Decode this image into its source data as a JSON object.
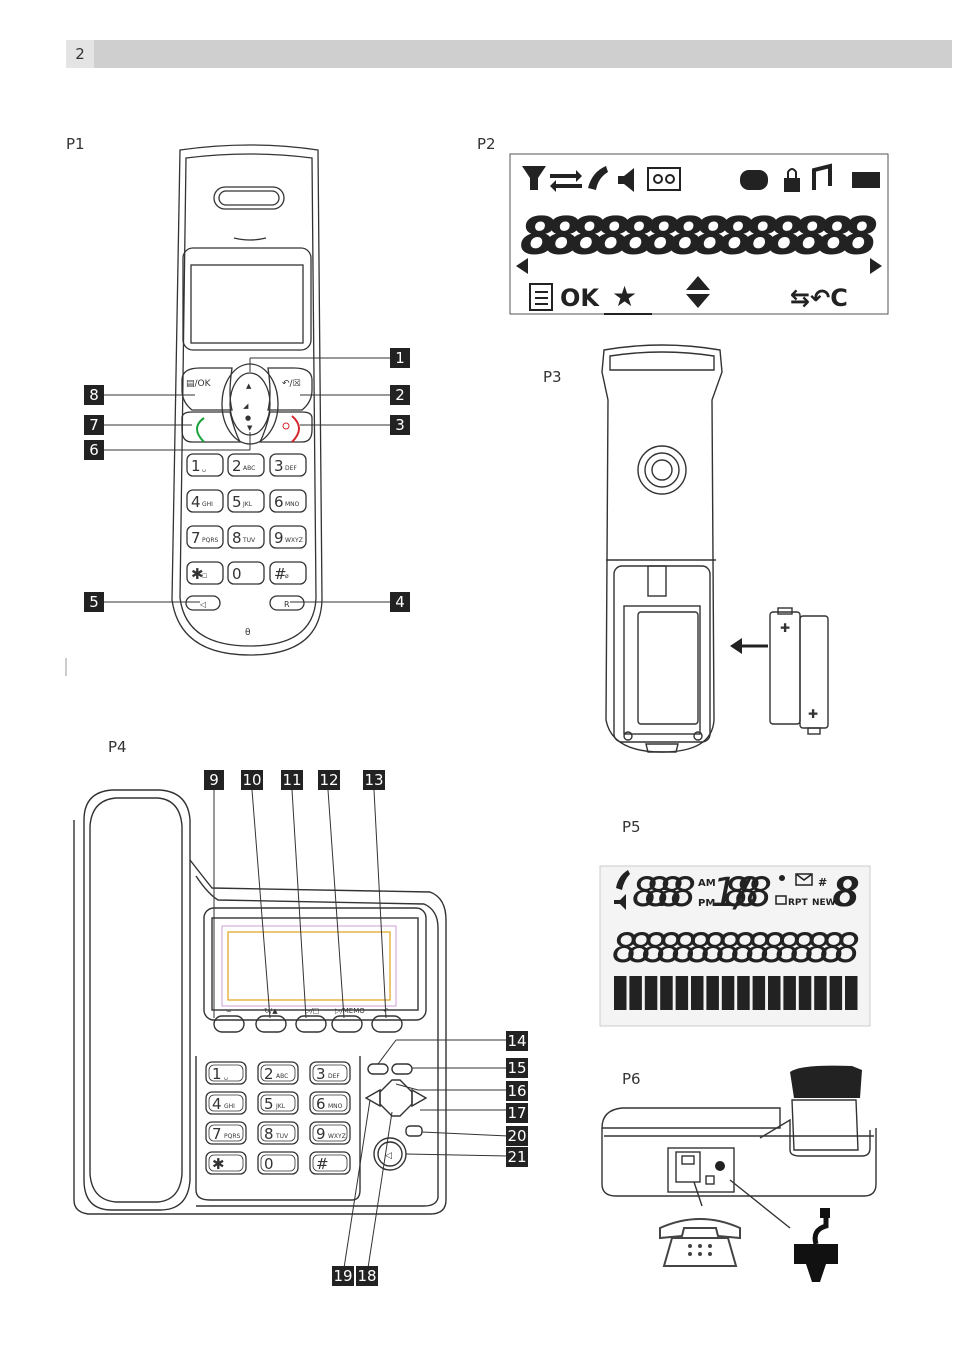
{
  "page_number": "2",
  "figures": {
    "p1": {
      "label": "P1"
    },
    "p2": {
      "label": "P2"
    },
    "p3": {
      "label": "P3"
    },
    "p4": {
      "label": "P4"
    },
    "p5": {
      "label": "P5"
    },
    "p6": {
      "label": "P6"
    }
  },
  "handset": {
    "menu_ok_key": "▤/OK",
    "back_key": "↶/☒",
    "keys": [
      {
        "digit": "1",
        "letters": "␣"
      },
      {
        "digit": "2",
        "letters": "ABC"
      },
      {
        "digit": "3",
        "letters": "DEF"
      },
      {
        "digit": "4",
        "letters": "GHI"
      },
      {
        "digit": "5",
        "letters": "JKL"
      },
      {
        "digit": "6",
        "letters": "MNO"
      },
      {
        "digit": "7",
        "letters": "PQRS"
      },
      {
        "digit": "8",
        "letters": "TUV"
      },
      {
        "digit": "9",
        "letters": "WXYZ"
      },
      {
        "digit": "✱",
        "letters": "☐"
      },
      {
        "digit": "0",
        "letters": ""
      },
      {
        "digit": "#",
        "letters": "ø"
      }
    ],
    "speaker_key": "◁",
    "r_key": "R",
    "callouts": [
      "1",
      "2",
      "3",
      "4",
      "5",
      "6",
      "7",
      "8"
    ]
  },
  "handset_display": {
    "segments": "88888888888888",
    "soft_left": "OK",
    "star": "★",
    "back": "⇆↶C"
  },
  "base_station": {
    "top_keys": [
      "∞",
      "↻/▲",
      "▷/□",
      "▷/MEMO",
      "↶"
    ],
    "keys": [
      {
        "digit": "1",
        "letters": "␣"
      },
      {
        "digit": "2",
        "letters": "ABC"
      },
      {
        "digit": "3",
        "letters": "DEF"
      },
      {
        "digit": "4",
        "letters": "GHI"
      },
      {
        "digit": "5",
        "letters": "JKL"
      },
      {
        "digit": "6",
        "letters": "MNO"
      },
      {
        "digit": "7",
        "letters": "PQRS"
      },
      {
        "digit": "8",
        "letters": "TUV"
      },
      {
        "digit": "9",
        "letters": "WXYZ"
      },
      {
        "digit": "✱",
        "letters": ""
      },
      {
        "digit": "0",
        "letters": ""
      },
      {
        "digit": "#",
        "letters": ""
      }
    ],
    "callouts_top": [
      "9",
      "10",
      "11",
      "12",
      "13"
    ],
    "callouts_right": [
      "14",
      "15",
      "16",
      "17",
      "20",
      "21"
    ],
    "callouts_bottom": [
      "19",
      "18"
    ]
  },
  "base_display": {
    "time": "88:88",
    "am": "AM",
    "pm": "PM",
    "date": "18/88",
    "rpt": "RPT",
    "new": "NEW",
    "hash": "#",
    "count": "88",
    "segments": "8888888888888888"
  }
}
